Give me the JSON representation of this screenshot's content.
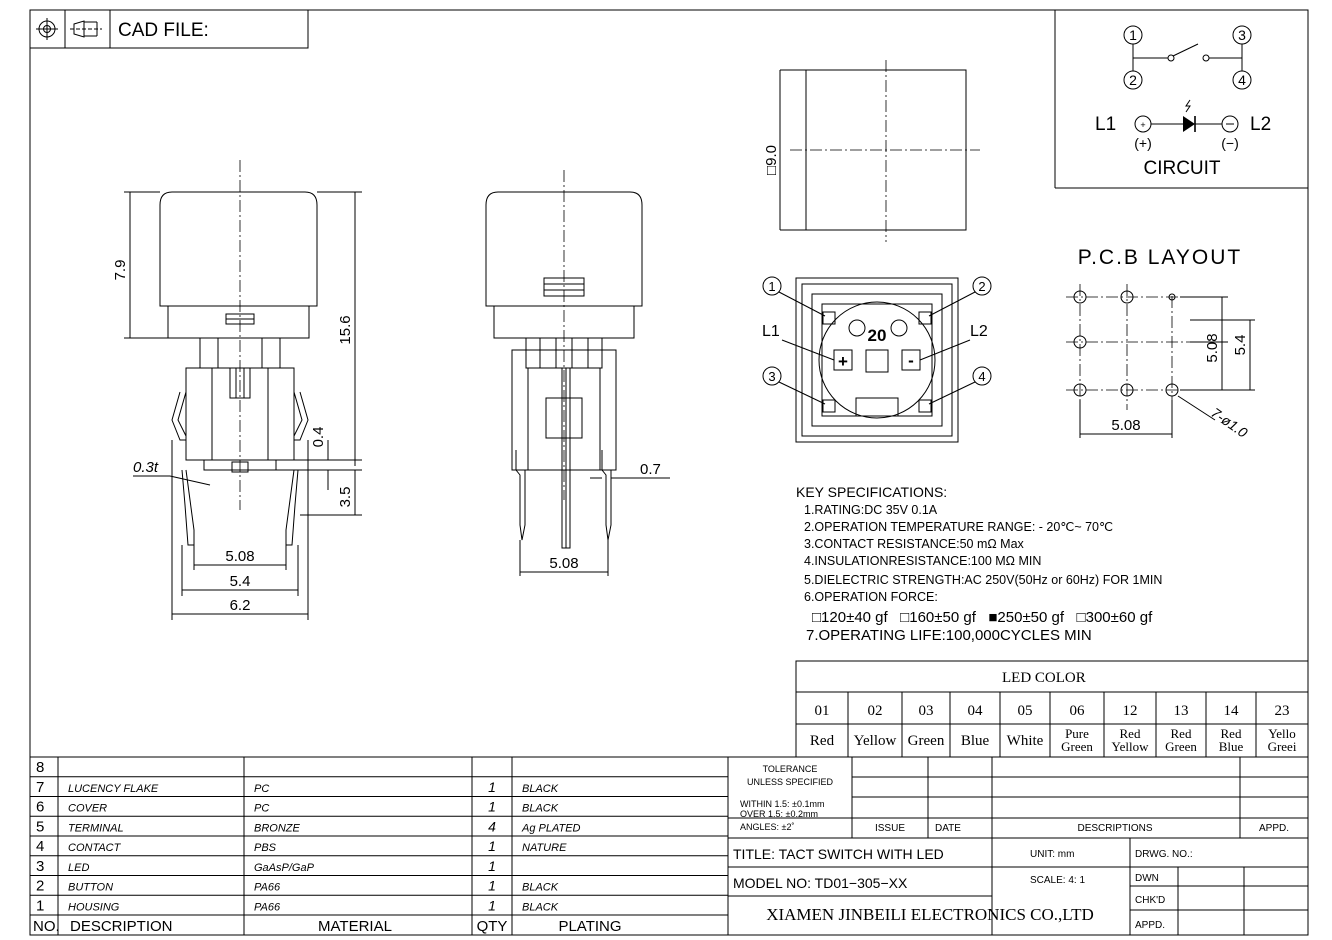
{
  "header": {
    "cad_label": "CAD FILE:"
  },
  "side_view": {
    "dims": {
      "height_button": "7.9",
      "height_total": "15.6",
      "gap": "0.4",
      "pin_len": "3.5",
      "thickness": "0.3t",
      "w1": "5.08",
      "w2": "5.4",
      "w3": "6.2"
    }
  },
  "front_view": {
    "dims": {
      "pin_w": "0.7",
      "pitch": "5.08"
    }
  },
  "top_view": {
    "dims": {
      "size": "□9.0"
    }
  },
  "bottom_view": {
    "pins": {
      "p1": "1",
      "p2": "2",
      "p3": "3",
      "p4": "4",
      "l1": "L1",
      "l2": "L2",
      "center": "20",
      "plus": "+",
      "minus": "-"
    }
  },
  "circuit": {
    "p1": "1",
    "p2": "2",
    "p3": "3",
    "p4": "4",
    "l1": "L1",
    "l2": "L2",
    "plus": "(+)",
    "minus": "(−)",
    "title": "CIRCUIT"
  },
  "pcb": {
    "title": "P.C.B LAYOUT",
    "d1": "5.08",
    "d2": "5.4",
    "d3": "5.08",
    "holes": "7-ø1.0"
  },
  "specs": {
    "title": "KEY SPECIFICATIONS:",
    "lines": [
      "1.RATING:DC 35V 0.1A",
      "2.OPERATION TEMPERATURE RANGE: - 20℃~ 70℃",
      "3.CONTACT RESISTANCE:50 mΩ Max",
      "4.INSULATIONRESISTANCE:100 MΩ MIN",
      "5.DIELECTRIC STRENGTH:AC 250V(50Hz or 60Hz)  FOR 1MIN",
      "6.OPERATION FORCE:"
    ],
    "force": "□120±40 gf   □160±50 gf   ■250±50 gf   □300±60 gf",
    "life": "7.OPERATING LIFE:100,000CYCLES MIN"
  },
  "led_table": {
    "title": "LED COLOR",
    "codes": [
      "01",
      "02",
      "03",
      "04",
      "05",
      "06",
      "12",
      "13",
      "14",
      "23"
    ],
    "colors": [
      [
        "Red"
      ],
      [
        "Yellow"
      ],
      [
        "Green"
      ],
      [
        "Blue"
      ],
      [
        "White"
      ],
      [
        "Pure",
        "Green"
      ],
      [
        "Red",
        "Yellow"
      ],
      [
        "Red",
        "Green"
      ],
      [
        "Red",
        "Blue"
      ],
      [
        "Yello",
        "Greei"
      ]
    ]
  },
  "bom": {
    "header": {
      "no": "NO.",
      "desc": "DESCRIPTION",
      "mat": "MATERIAL",
      "qty": "QTY",
      "plating": "PLATING"
    },
    "rows": [
      {
        "no": "8",
        "desc": "",
        "mat": "",
        "qty": "",
        "plating": ""
      },
      {
        "no": "7",
        "desc": "LUCENCY FLAKE",
        "mat": "PC",
        "qty": "1",
        "plating": "BLACK"
      },
      {
        "no": "6",
        "desc": "COVER",
        "mat": "PC",
        "qty": "1",
        "plating": "BLACK"
      },
      {
        "no": "5",
        "desc": "TERMINAL",
        "mat": "BRONZE",
        "qty": "4",
        "plating": "Ag PLATED"
      },
      {
        "no": "4",
        "desc": "CONTACT",
        "mat": "PBS",
        "qty": "1",
        "plating": "NATURE"
      },
      {
        "no": "3",
        "desc": "LED",
        "mat": "GaAsP/GaP",
        "qty": "1",
        "plating": ""
      },
      {
        "no": "2",
        "desc": "BUTTON",
        "mat": "PA66",
        "qty": "1",
        "plating": "BLACK"
      },
      {
        "no": "1",
        "desc": "HOUSING",
        "mat": "PA66",
        "qty": "1",
        "plating": "BLACK"
      }
    ]
  },
  "titleblock": {
    "tol1": "TOLERANCE",
    "tol2": "UNLESS SPECIFIED",
    "tol3": "WITHIN 1.5: ±0.1mm",
    "tol4": "OVER 1.5:  ±0.2mm",
    "tol5": "ANGLES: ±2˚",
    "issue": "ISSUE",
    "date": "DATE",
    "descriptions": "DESCRIPTIONS",
    "appd": "APPD.",
    "title": "TITLE: TACT SWITCH WITH LED",
    "unit": "UNIT: mm",
    "drwg": "DRWG. NO.:",
    "model": "MODEL NO: TD01−305−XX",
    "scale": "SCALE: 4: 1",
    "dwn": "DWN",
    "company": "XIAMEN JINBEILI ELECTRONICS CO.,LTD",
    "chkd": "CHK'D",
    "appd2": "APPD."
  }
}
